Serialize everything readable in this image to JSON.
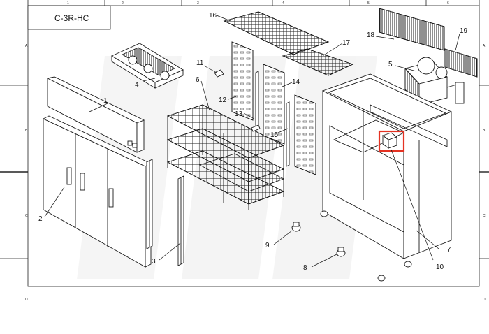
{
  "title_block": {
    "model": "C-3R-HC"
  },
  "border": {
    "columns": [
      "1",
      "2",
      "3",
      "4",
      "5",
      "6"
    ],
    "rows": [
      "A",
      "B",
      "C",
      "D"
    ]
  },
  "callouts": {
    "c1": "1",
    "c2": "2",
    "c3": "3",
    "c4": "4",
    "c5": "5",
    "c6": "6",
    "c7": "7",
    "c8": "8",
    "c9": "9",
    "c10": "10",
    "c11": "11",
    "c12": "12",
    "c13": "13",
    "c14": "14",
    "c15": "15",
    "c16": "16",
    "c17": "17",
    "c18": "18",
    "c19": "19"
  },
  "colors": {
    "highlight": "#e53323",
    "line": "#1a1a1a",
    "watermark": "#ececec"
  }
}
